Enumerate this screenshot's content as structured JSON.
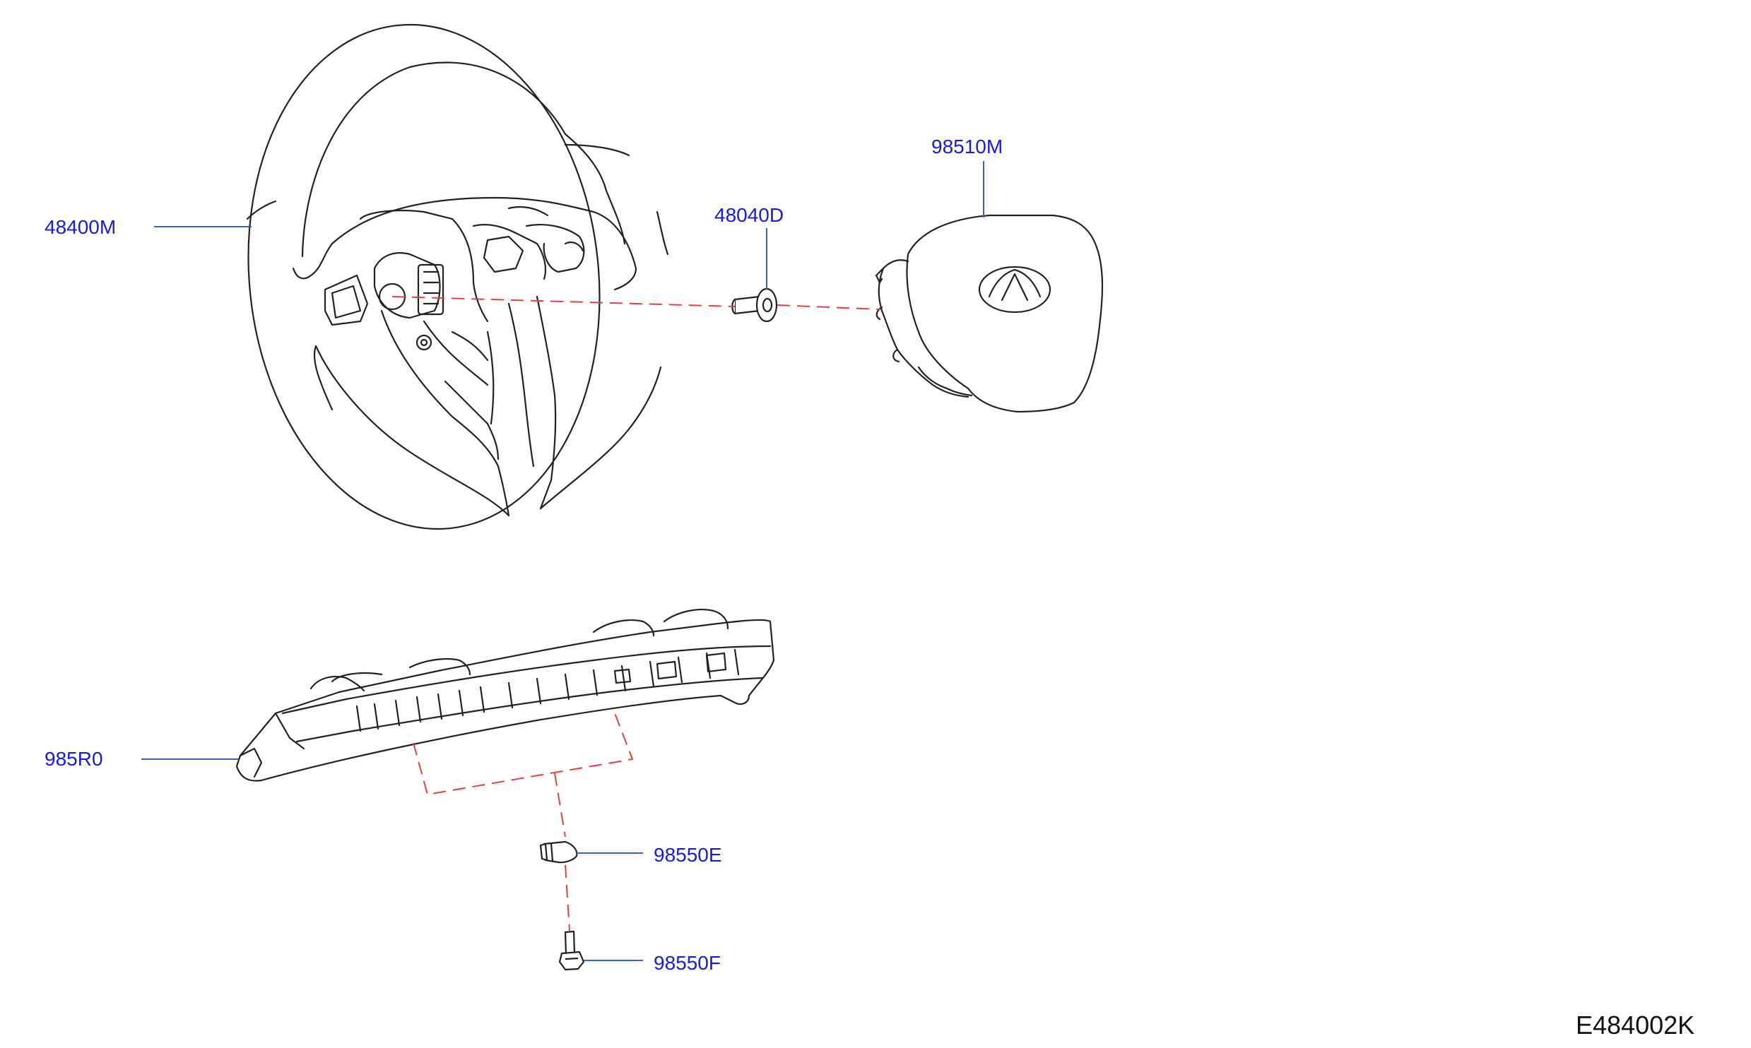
{
  "colors": {
    "label": "#1a1adb",
    "leader": "#3b63b0",
    "drawing": "#222222",
    "assembly_line": "#e04040",
    "code": "#111111"
  },
  "parts": {
    "steering_wheel": "48400M",
    "bolt": "48040D",
    "airbag_module": "98510M",
    "switch_finisher": "985R0",
    "clip_e": "98550E",
    "clip_f": "98550F"
  },
  "diagram_code": "E484002K"
}
